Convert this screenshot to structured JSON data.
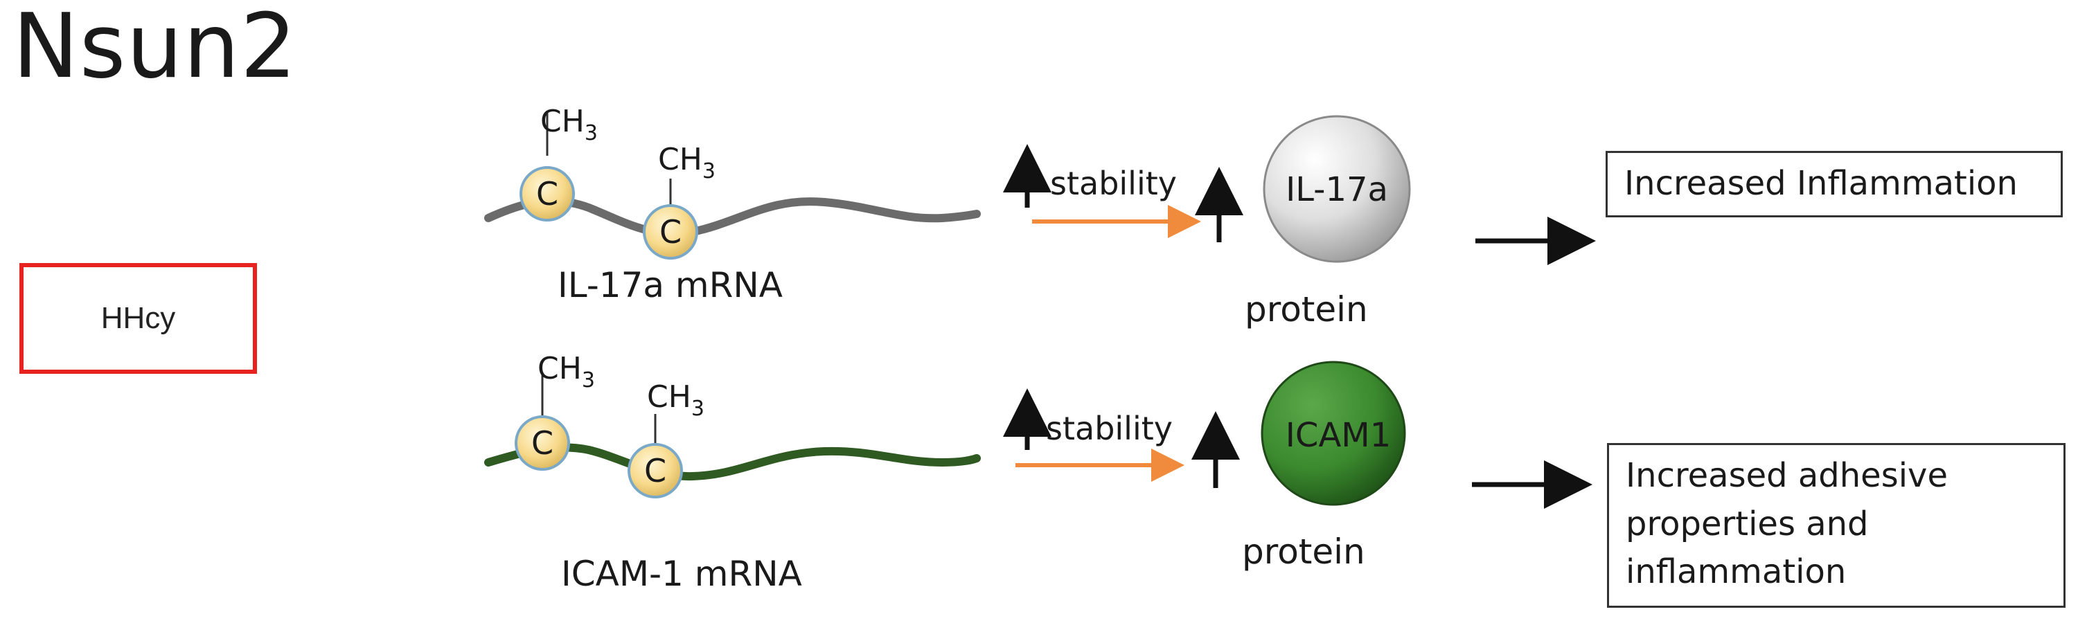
{
  "title": "Nsun2",
  "trigger": {
    "label": "HHcy"
  },
  "rows": [
    {
      "mrna_label": "IL-17a mRNA",
      "methyl_1": {
        "base": "C",
        "group": "CH",
        "subscript": "3"
      },
      "methyl_2": {
        "base": "C",
        "group": "CH",
        "subscript": "3"
      },
      "stability_label": "stability",
      "protein_name": "IL-17a",
      "protein_label": "protein",
      "outcome": [
        "Increased Inflammation"
      ]
    },
    {
      "mrna_label": "ICAM-1 mRNA",
      "methyl_1": {
        "base": "C",
        "group": "CH",
        "subscript": "3"
      },
      "methyl_2": {
        "base": "C",
        "group": "CH",
        "subscript": "3"
      },
      "stability_label": "stability",
      "protein_name": "ICAM1",
      "protein_label": "protein",
      "outcome": [
        "Increased adhesive",
        "properties and",
        "inflammation"
      ]
    }
  ],
  "colors": {
    "hhcy_border": "#e8231f",
    "mrna_1": "#6b6b6b",
    "mrna_2": "#2f5a22",
    "methyl_fill": "#f7d98a",
    "stability_arrow": "#f08a3c",
    "protein_1": "#d8d8d8",
    "protein_2": "#3b8a2e"
  }
}
